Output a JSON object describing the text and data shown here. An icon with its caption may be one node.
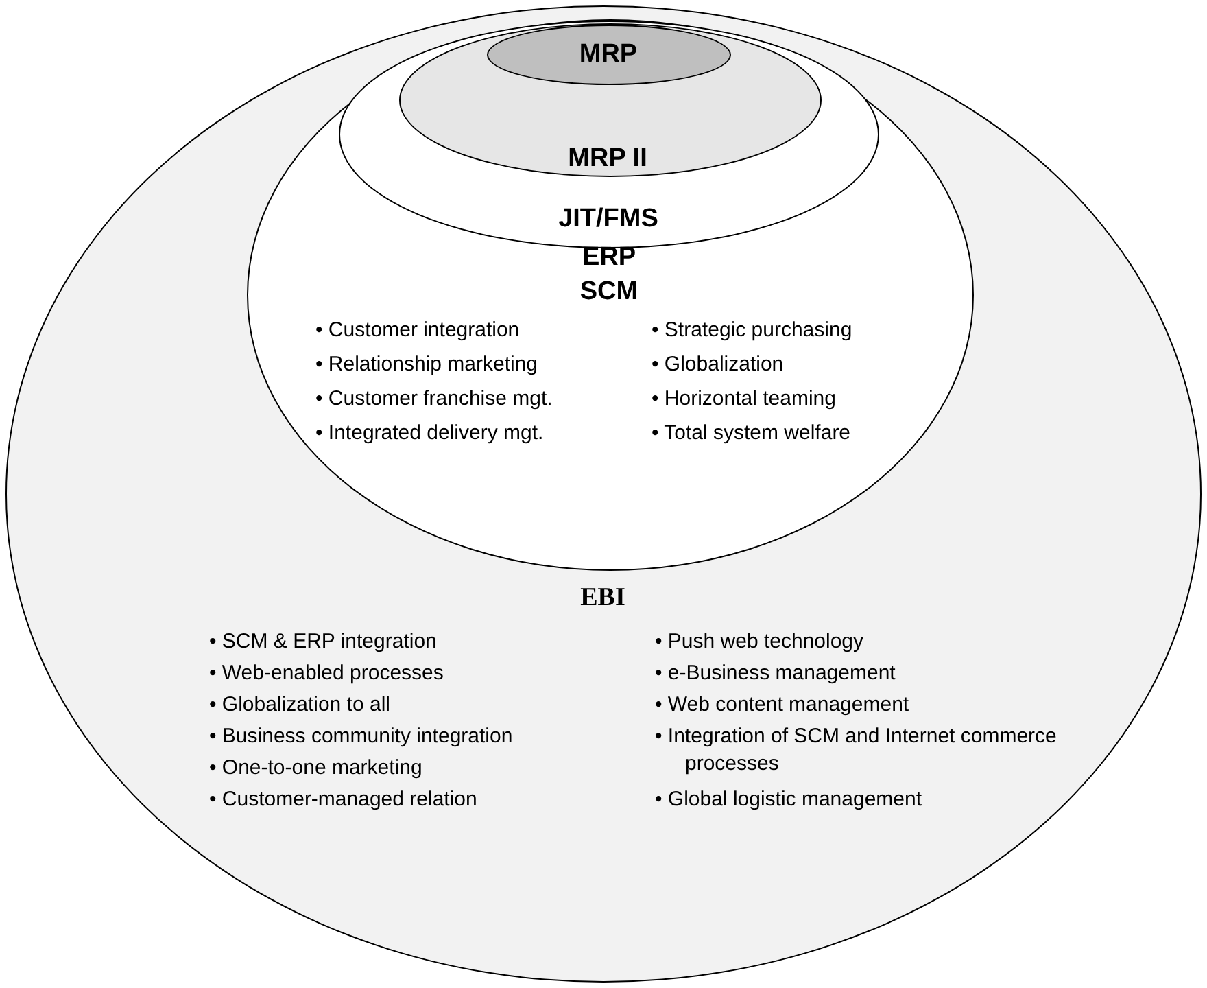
{
  "diagram": {
    "nodes": [
      {
        "text": [
          "EBI",
          "• SCM & ERP integration",
          "• Web-enabled processes",
          "• Globalization to all",
          "• Business community integration",
          "• One-to-one marketing",
          "• Customer-managed relation",
          "• Push web technology",
          "• e-Business management",
          "• Web content management",
          "• Integration of SCM and Internet commerce processes",
          "• Global logistic management"
        ]
      },
      {
        "text": [
          "ERP",
          "SCM",
          "• Customer integration",
          "• Relationship marketing",
          "• Customer franchise mgt.",
          "• Integrated delivery mgt.",
          "• Strategic purchasing",
          "• Globalization",
          "• Horizontal teaming",
          "• Total system welfare"
        ],
        "in": 0
      },
      {
        "text": [
          "JIT/FMS"
        ],
        "in": 1
      },
      {
        "text": [
          "MRP II"
        ],
        "in": 2
      },
      {
        "text": [
          "MRP"
        ],
        "in": 3
      }
    ]
  }
}
